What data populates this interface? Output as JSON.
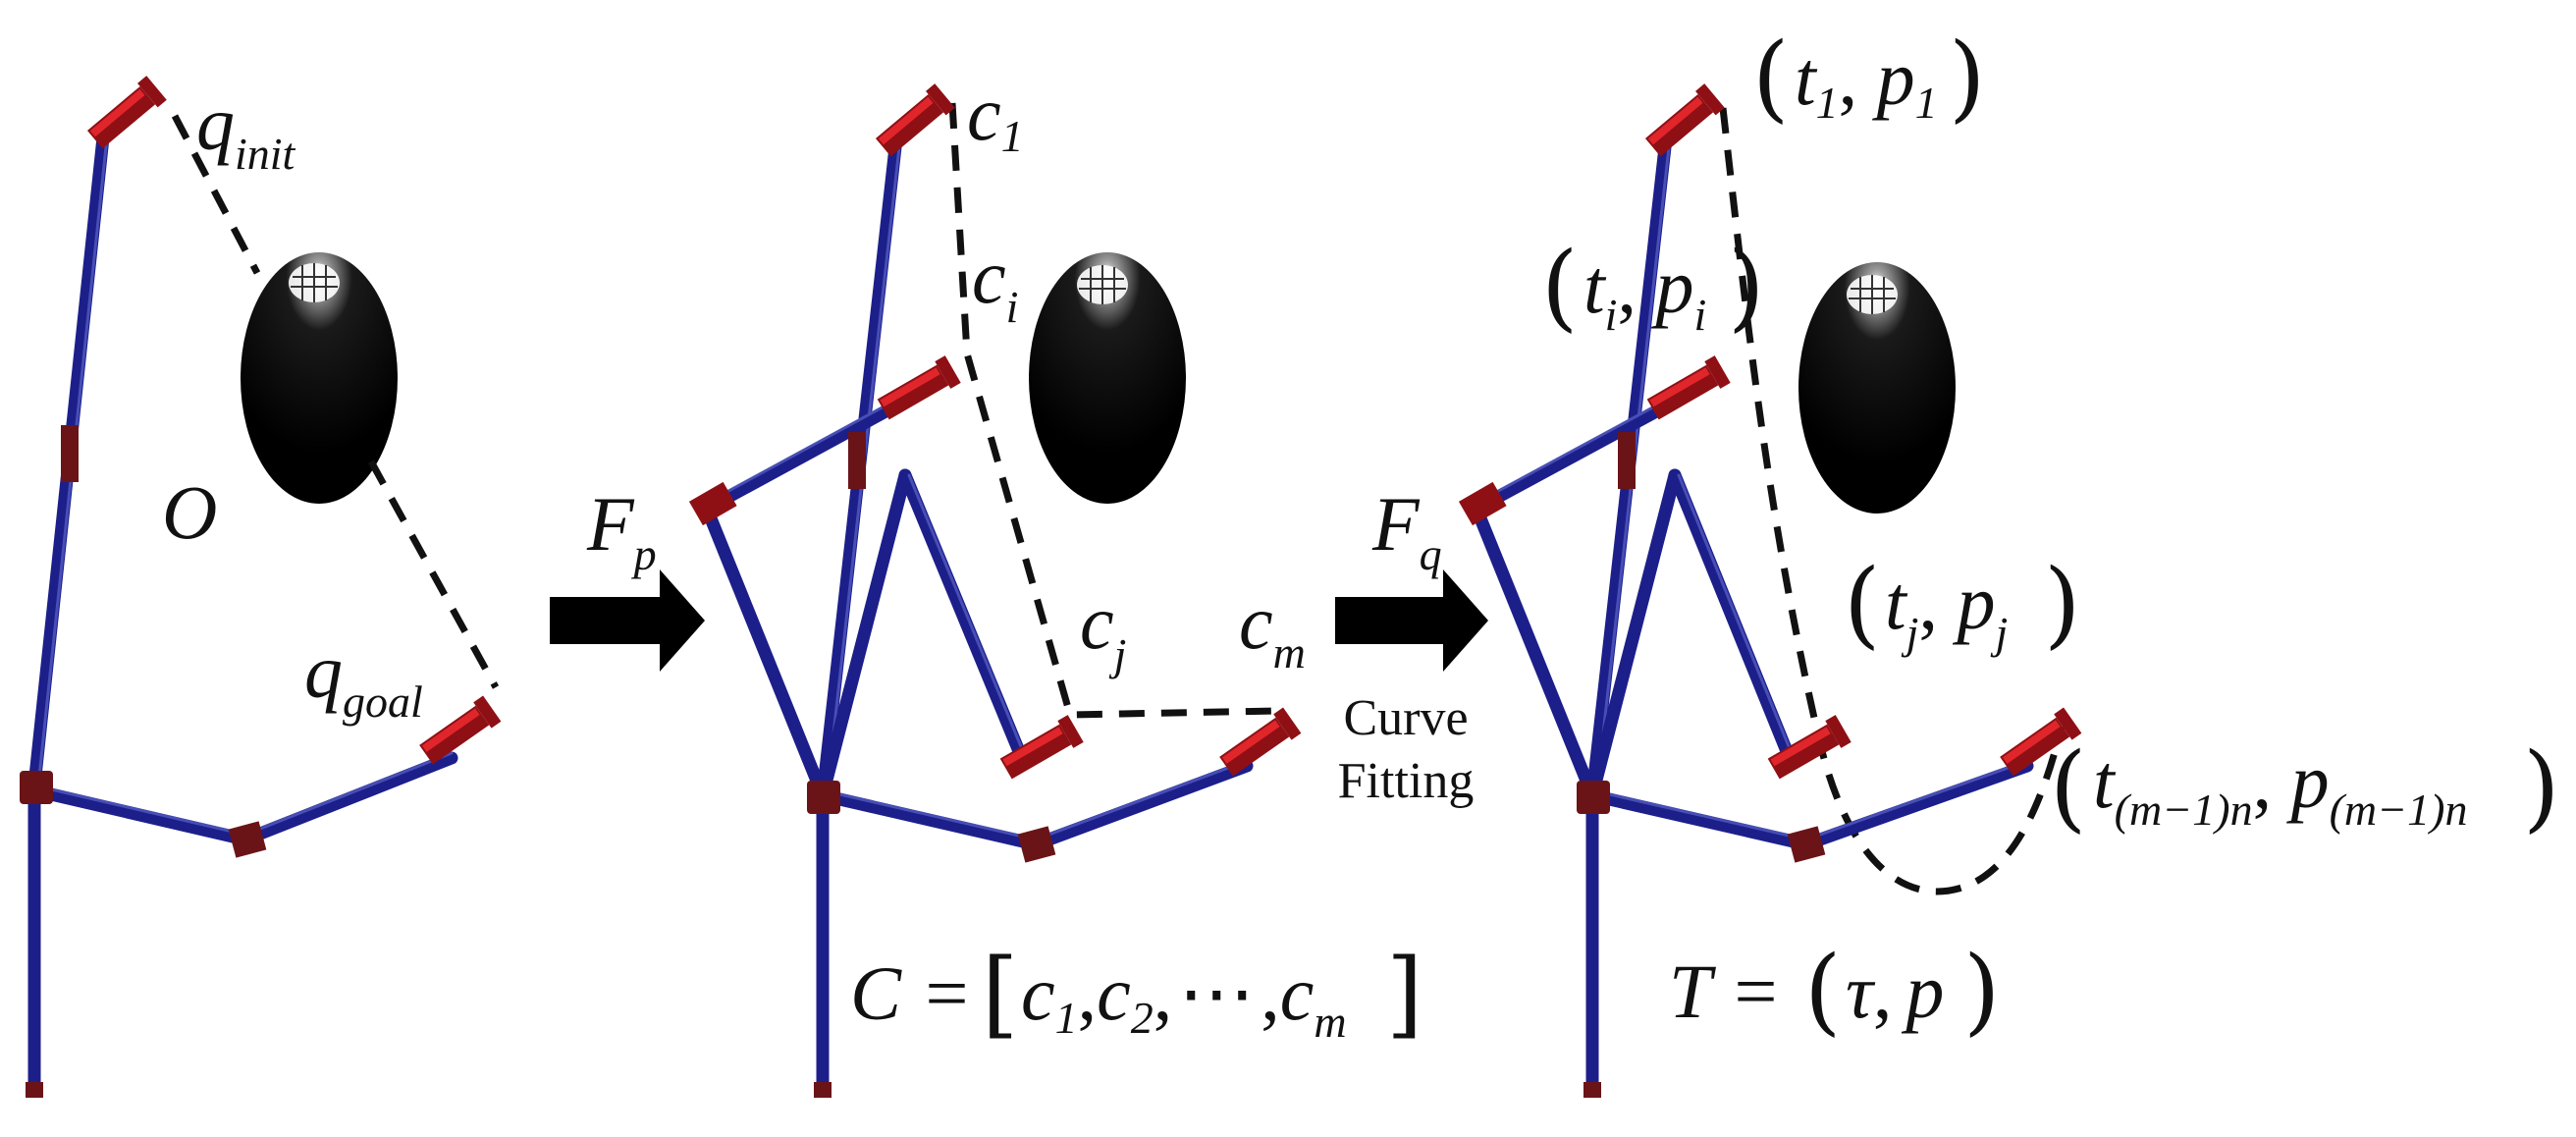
{
  "panel1": {
    "q_init": {
      "main": "q",
      "sub": "init"
    },
    "obstacle": "O",
    "q_goal": {
      "main": "q",
      "sub": "goal"
    }
  },
  "arrow1": {
    "main": "F",
    "sub": "p"
  },
  "panel2": {
    "c1": {
      "main": "c",
      "sub": "1"
    },
    "ci": {
      "main": "c",
      "sub": "i"
    },
    "cj": {
      "main": "c",
      "sub": "j"
    },
    "cm": {
      "main": "c",
      "sub": "m"
    },
    "equation": {
      "lhs": "C = ",
      "items": [
        "c",
        "1",
        ",",
        "c",
        "2",
        ",",
        "⋯",
        ",",
        "c",
        "m"
      ]
    }
  },
  "arrow2": {
    "main": "F",
    "sub": "q",
    "caption_line1": "Curve",
    "caption_line2": "Fitting"
  },
  "panel3": {
    "p1": {
      "t": "t",
      "t_sub": "1",
      "p": "p",
      "p_sub": "1"
    },
    "pi": {
      "t": "t",
      "t_sub": "i",
      "p": "p",
      "p_sub": "i"
    },
    "pj": {
      "t": "t",
      "t_sub": "j",
      "p": "p",
      "p_sub": "j"
    },
    "pm": {
      "t": "t",
      "t_sub": "(m−1)n",
      "p": "p",
      "p_sub": "(m−1)n"
    },
    "equation": {
      "lhs": "T = ",
      "tau": "τ",
      "comma": ",",
      "p": "p"
    }
  },
  "colors": {
    "link": "#1c1f8a",
    "gripper": "#d42127",
    "joint": "#6a1418",
    "obstacle": "#0a0a0a"
  }
}
